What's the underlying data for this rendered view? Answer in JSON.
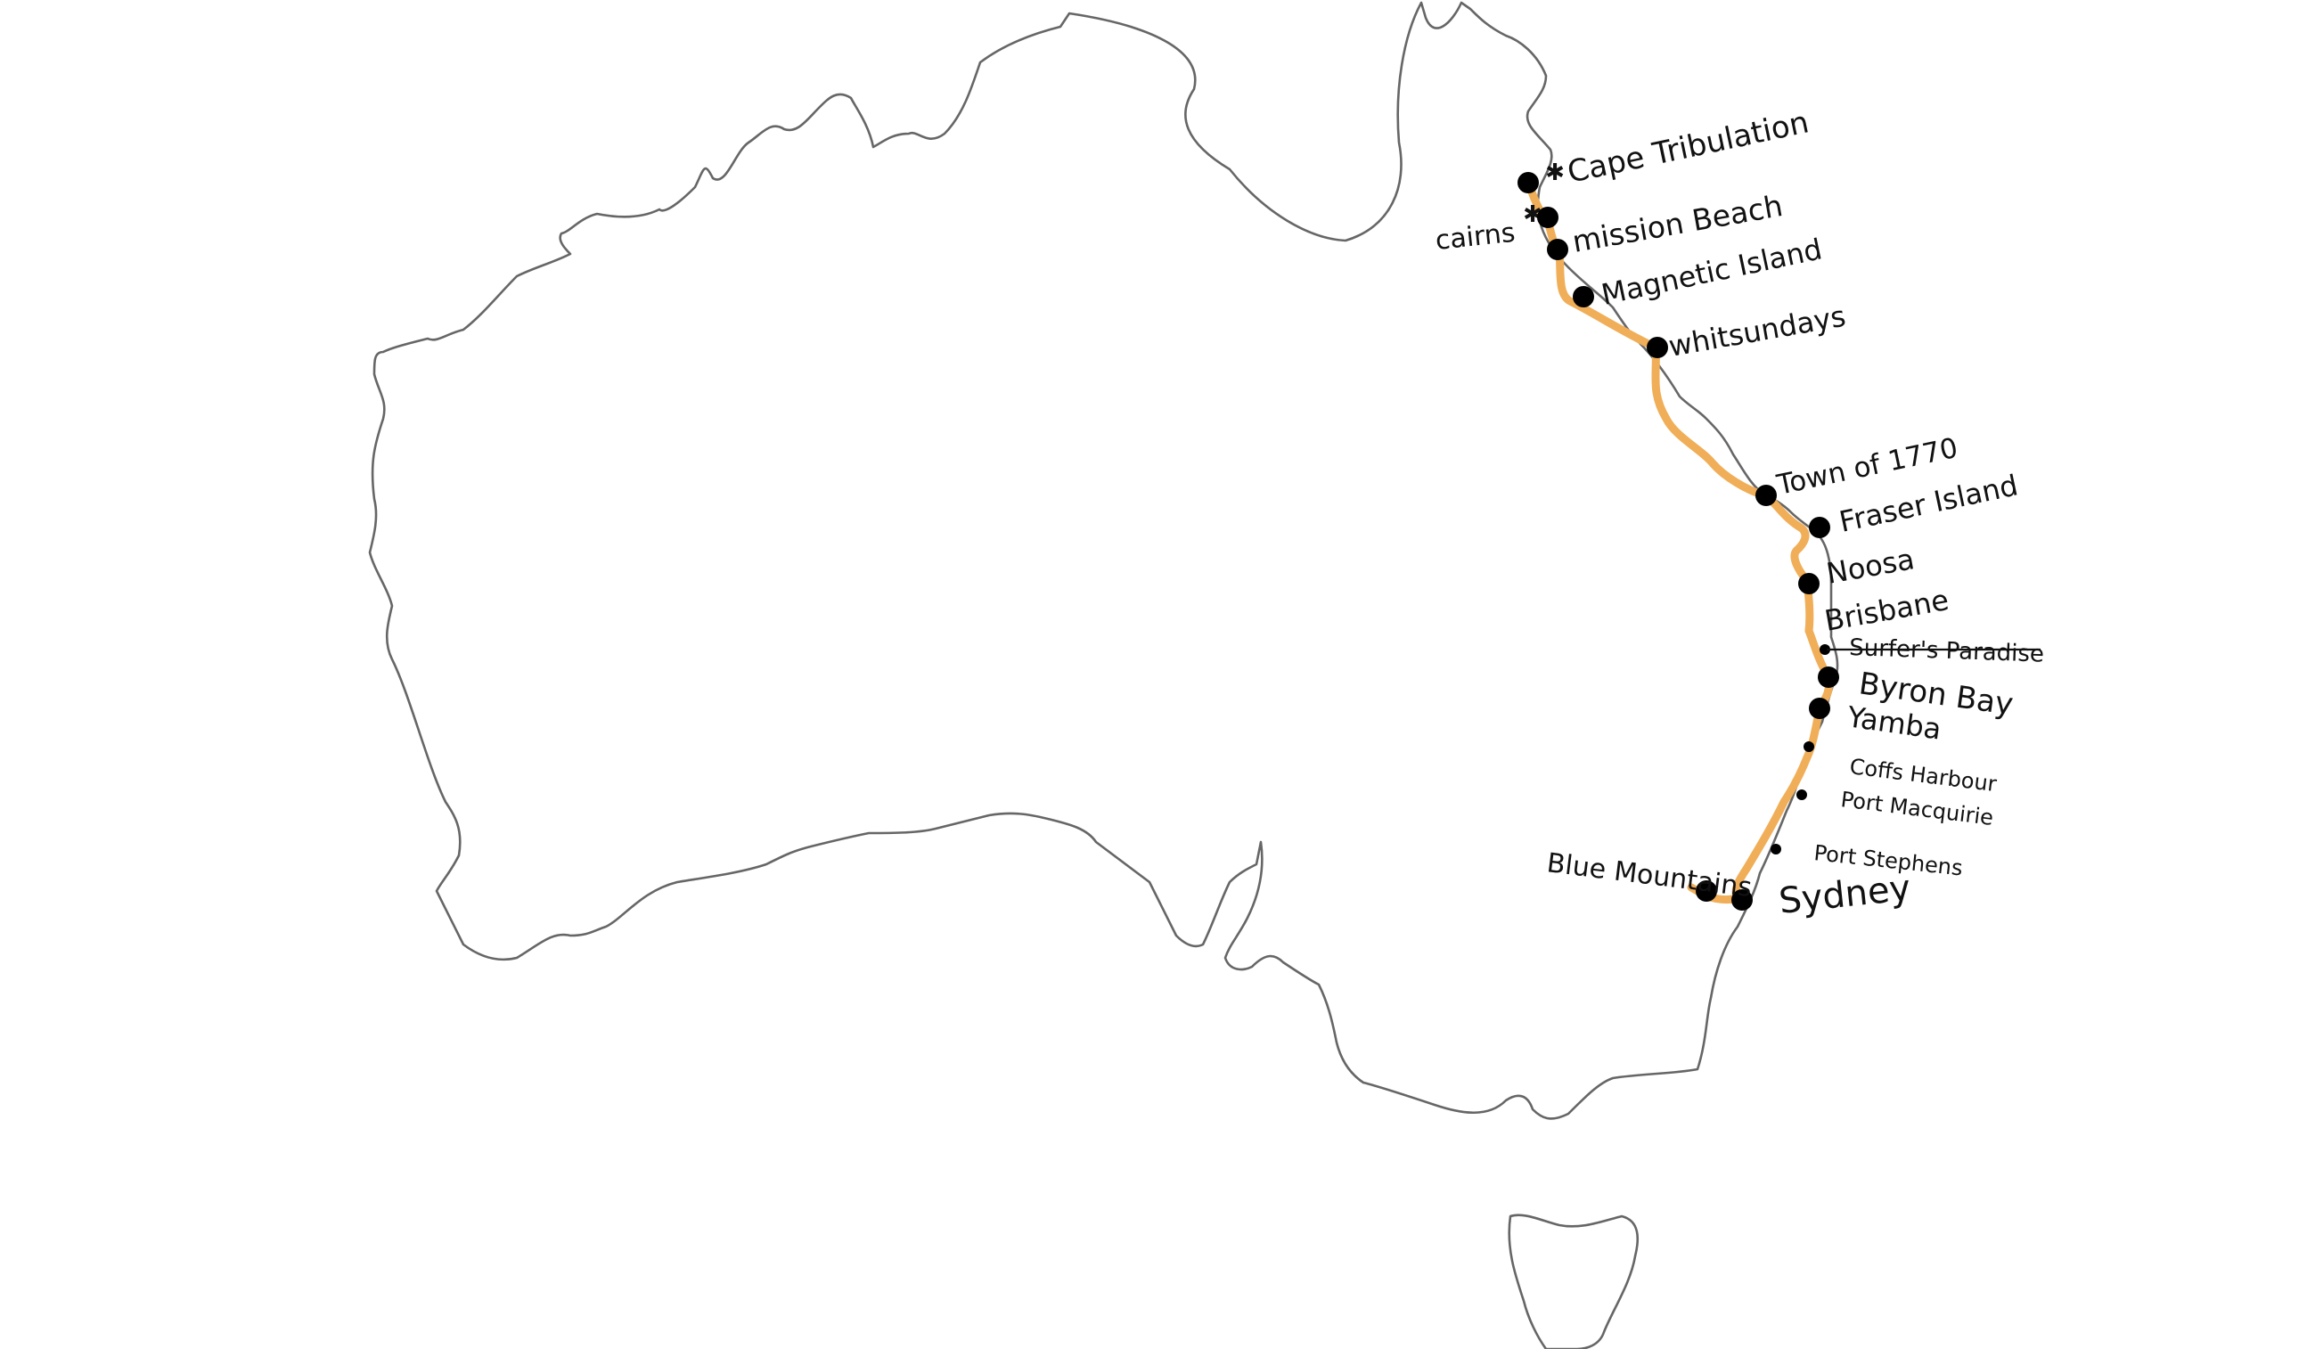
{
  "map": {
    "colors": {
      "route": "#f0ae58",
      "coastline": "#666666",
      "markers": "#000000"
    },
    "stops": [
      {
        "id": "cape-tribulation",
        "name": "Cape Tribulation",
        "marker": "star"
      },
      {
        "id": "cairns",
        "name": "cairns",
        "marker": "star"
      },
      {
        "id": "mission-beach",
        "name": "mission Beach"
      },
      {
        "id": "magnetic-island",
        "name": "Magnetic Island"
      },
      {
        "id": "whitsundays",
        "name": "whitsundays"
      },
      {
        "id": "town-of-1770",
        "name": "Town of 1770"
      },
      {
        "id": "fraser-island",
        "name": "Fraser Island"
      },
      {
        "id": "noosa",
        "name": "Noosa"
      },
      {
        "id": "brisbane",
        "name": "Brisbane"
      },
      {
        "id": "surfers-paradise",
        "name": "Surfer's Paradise",
        "crossed_out": true
      },
      {
        "id": "byron-bay",
        "name": "Byron Bay"
      },
      {
        "id": "yamba",
        "name": "Yamba"
      },
      {
        "id": "coffs-harbour",
        "name": "Coffs Harbour"
      },
      {
        "id": "port-macquirie",
        "name": "Port Macquirie"
      },
      {
        "id": "port-stephens",
        "name": "Port Stephens"
      },
      {
        "id": "blue-mountains",
        "name": "Blue Mountains"
      },
      {
        "id": "sydney",
        "name": "Sydney"
      }
    ]
  }
}
